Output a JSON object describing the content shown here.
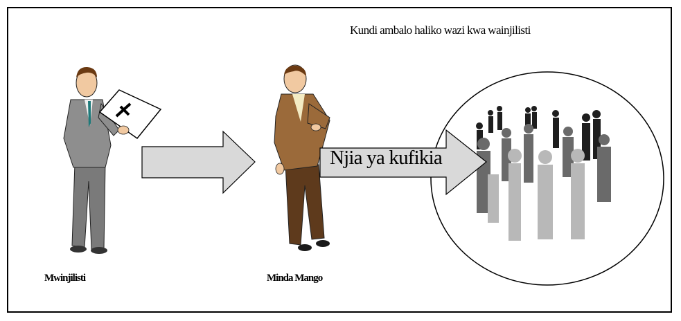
{
  "header": {
    "title": "Kundi ambalo haliko wazi kwa wainjilisti"
  },
  "figures": {
    "left_label": "Mwinjilisti",
    "middle_label": "Minda Mango"
  },
  "arrow": {
    "label": "Njia ya kufikia"
  },
  "icons": {
    "left_figure": "evangelist-with-bible-icon",
    "middle_figure": "bridge-person-icon",
    "crowd": "crowd-silhouettes-icon"
  },
  "colors": {
    "arrow_fill": "#d9d9d9",
    "suit_gray": "#8e8e8e",
    "suit_brown": "#9b6a3a",
    "crowd_dark": "#1e1e1e",
    "crowd_light": "#b8b8b8"
  }
}
